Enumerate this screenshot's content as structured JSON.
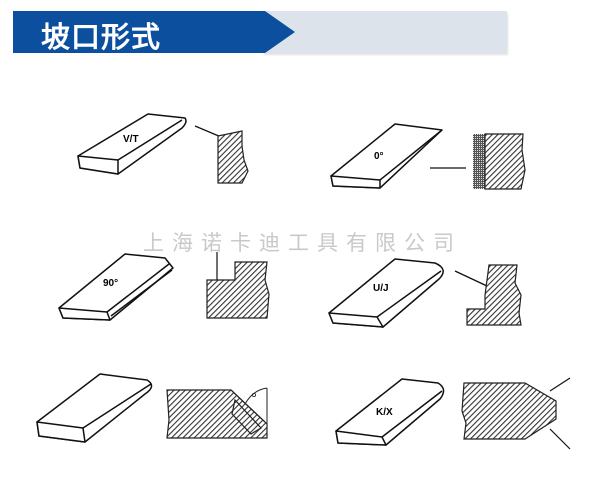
{
  "header": {
    "title": "坡口形式",
    "colors": {
      "blue": "#0b4f9e",
      "light": "#dde3ea"
    }
  },
  "watermark": "上海诺卡迪工具有限公司",
  "bevels": [
    {
      "id": "vt",
      "label": "V/T"
    },
    {
      "id": "zero",
      "label": "0°"
    },
    {
      "id": "ninety",
      "label": "90°"
    },
    {
      "id": "uj",
      "label": "U/J"
    },
    {
      "id": "radius",
      "label": ""
    },
    {
      "id": "kx",
      "label": "K/X"
    }
  ]
}
